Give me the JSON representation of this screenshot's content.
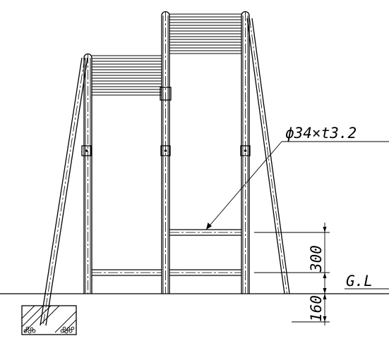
{
  "drawing": {
    "spec_label": "ϕ34×t3.2",
    "ground_label": "G.L",
    "dim_upper": "300",
    "dim_lower": "160"
  },
  "colors": {
    "line": "#000000",
    "background": "#ffffff"
  }
}
